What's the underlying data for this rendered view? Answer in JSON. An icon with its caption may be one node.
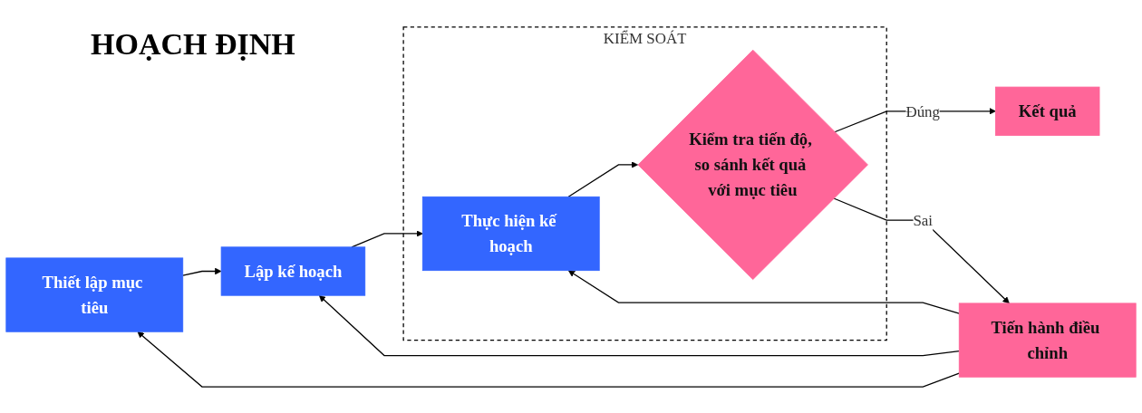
{
  "diagram": {
    "nodes": [
      {
        "text": [
          "Thiết lập mục tiêu"
        ]
      },
      {
        "text": [
          "Lập kế hoạch"
        ]
      },
      {
        "text": [
          "KIỂM SOÁT"
        ]
      },
      {
        "text": [
          "Thực hiện kế hoạch"
        ],
        "in": 2
      },
      {
        "text": [
          "Kiểm tra tiến độ, so sánh kết quả với mục tiêu"
        ],
        "in": 2
      },
      {
        "text": [
          "Kết quả"
        ]
      },
      {
        "text": [
          "Tiến hành điều chỉnh"
        ]
      }
    ],
    "edges": [
      {
        "from": 0,
        "to": 1,
        "arrow": "to"
      },
      {
        "from": 1,
        "to": 3,
        "arrow": "to"
      },
      {
        "from": 3,
        "to": 4,
        "arrow": "to"
      },
      {
        "from": 4,
        "to": 5,
        "arrow": "to",
        "label": "Đúng"
      },
      {
        "from": 4,
        "to": 6,
        "arrow": "to",
        "label": "Sai"
      },
      {
        "from": 6,
        "to": 0,
        "arrow": "to"
      },
      {
        "from": 6,
        "to": 1,
        "arrow": "to"
      },
      {
        "from": 6,
        "to": 3,
        "arrow": "to"
      }
    ],
    "labels": [
      "HOẠCH ĐỊNH"
    ]
  }
}
